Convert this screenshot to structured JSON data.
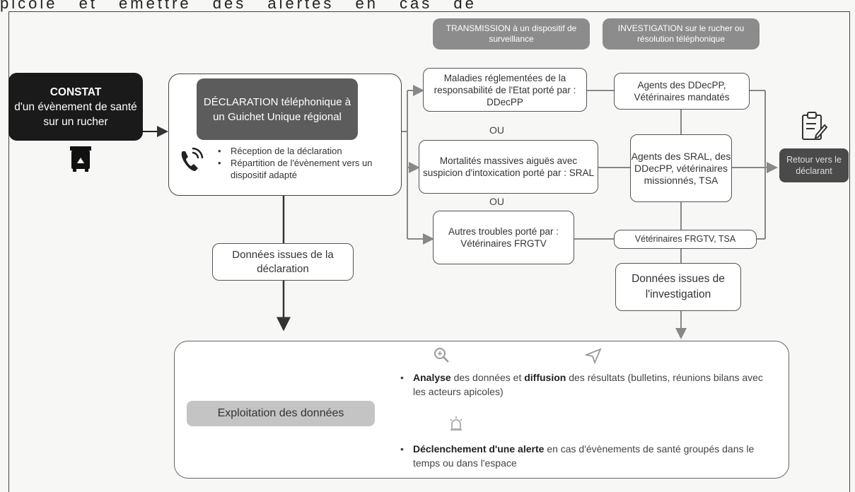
{
  "top_text": "picole et émettre des alertes en cas de",
  "headers": {
    "transmission": "TRANSMISSION à un dispositif de surveillance",
    "investigation": "INVESTIGATION sur le rucher ou résolution téléphonique"
  },
  "constat": {
    "title": "CONSTAT",
    "text": "d'un évènement de santé sur un rucher"
  },
  "declaration": {
    "title": "DÉCLARATION téléphonique à un Guichet Unique régional",
    "bullets": [
      "Réception de la déclaration",
      "Répartition de l'évènement vers un dispositif adapté"
    ]
  },
  "transmission_boxes": [
    "Maladies réglementées de la responsabilité de l'Etat porté par : DDecPP",
    "Mortalités massives aiguës avec suspicion d'intoxication porté par : SRAL",
    "Autres troubles porté par : Vétérinaires FRGTV"
  ],
  "ou_label": "OU",
  "investigation_boxes": [
    "Agents des DDecPP, Vétérinaires mandatés",
    "Agents des SRAL, des DDecPP, vétérinaires missionnés, TSA",
    "Vétérinaires FRGTV, TSA"
  ],
  "retour": "Retour vers le déclarant",
  "donnees_declaration": "Données issues de la déclaration",
  "donnees_investigation": "Données issues de l'investigation",
  "exploitation": {
    "label": "Exploitation des données",
    "item1": {
      "bold1": "Analyse",
      "mid": " des données et ",
      "bold2": "diffusion",
      "rest": " des résultats (bulletins, réunions bilans avec les acteurs apicoles)"
    },
    "item2": {
      "bold": "Déclenchement d'une alerte",
      "rest": " en cas d'évènements de santé groupés dans le temps ou dans l'espace"
    }
  },
  "icons": [
    "beehive-icon",
    "phone-icon",
    "clipboard-icon",
    "search-icon",
    "send-icon",
    "alarm-icon"
  ]
}
